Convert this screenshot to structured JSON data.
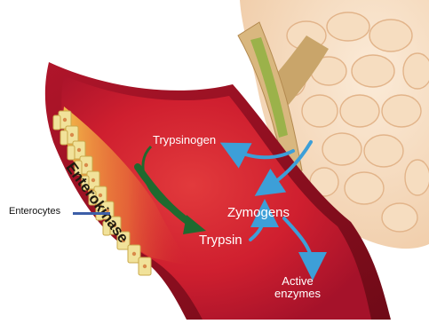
{
  "labels": {
    "enterokinase": "Enterokinase",
    "trypsinogen": "Trypsinogen",
    "zymogens": "Zymogens",
    "trypsin": "Trypsin",
    "active_enzymes_line1": "Active",
    "active_enzymes_line2": "enzymes",
    "enterocytes": "Enterocytes"
  },
  "colors": {
    "duct_bile": "#9bb24a",
    "pancreas": "#f3d6b4",
    "lumen": "#d11f2e",
    "wall_outer": "#8e0f1c",
    "villi": "#f1e29a",
    "enzyme_arrow": "#3d9fd8",
    "enterokinase_arrow": "#1f6a2f",
    "text_light": "#ffffff",
    "text_dark": "#111111"
  }
}
